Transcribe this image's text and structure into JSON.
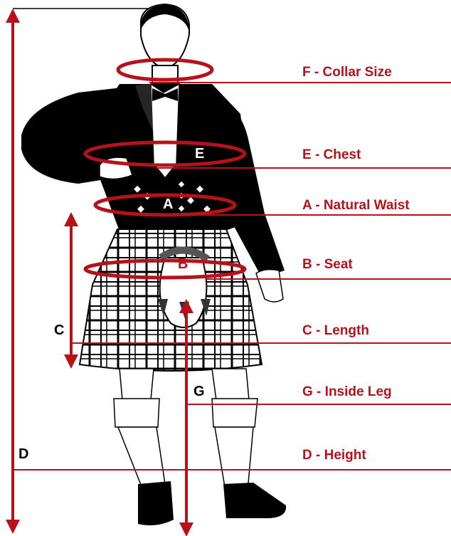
{
  "colors": {
    "accent": "#b5121b",
    "figure": "#111111",
    "background": "#ffffff"
  },
  "labels": {
    "F": "F - Collar Size",
    "E": "E - Chest",
    "A": "A - Natural Waist",
    "B": "B - Seat",
    "C": "C - Length",
    "G": "G - Inside Leg",
    "D": "D - Height"
  },
  "letters": {
    "E": "E",
    "A": "A",
    "B": "B",
    "C": "C",
    "G": "G",
    "D": "D"
  },
  "icons": [
    "kilt-figure-illustration",
    "circumference-arrow-icon",
    "vertical-measure-arrow-icon"
  ]
}
